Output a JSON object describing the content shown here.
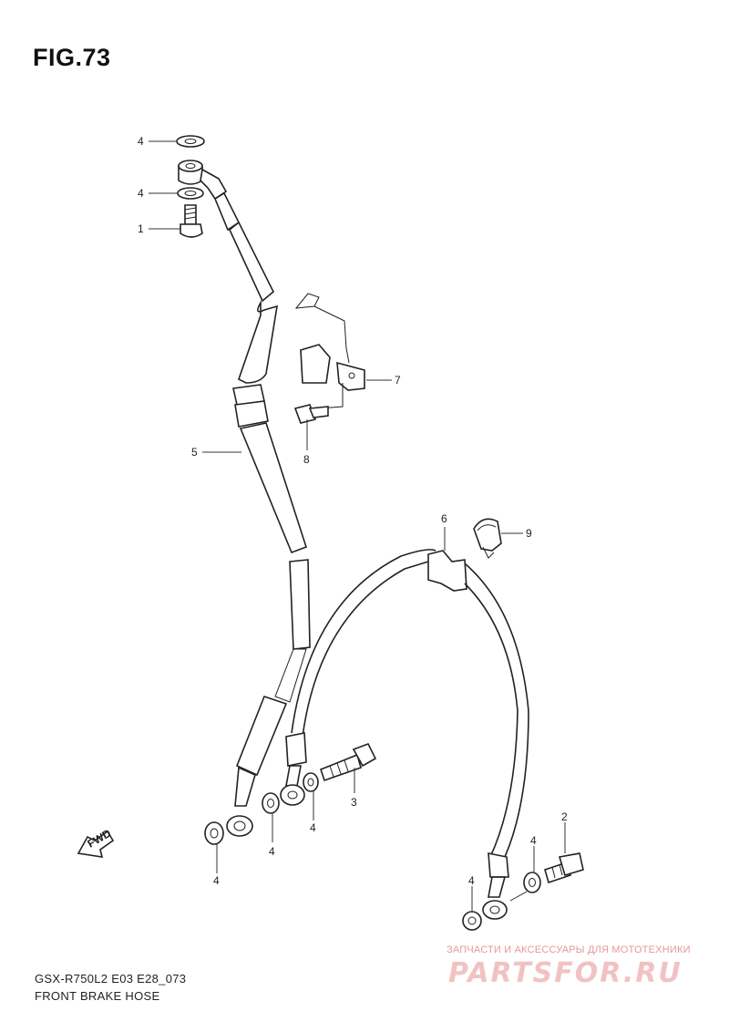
{
  "figure": {
    "title": "FIG.73"
  },
  "callouts": [
    {
      "id": "c-4a",
      "label": "4"
    },
    {
      "id": "c-4b",
      "label": "4"
    },
    {
      "id": "c-1",
      "label": "1"
    },
    {
      "id": "c-7",
      "label": "7"
    },
    {
      "id": "c-8",
      "label": "8"
    },
    {
      "id": "c-5",
      "label": "5"
    },
    {
      "id": "c-6",
      "label": "6"
    },
    {
      "id": "c-9",
      "label": "9"
    },
    {
      "id": "c-3",
      "label": "3"
    },
    {
      "id": "c-4c",
      "label": "4"
    },
    {
      "id": "c-4d",
      "label": "4"
    },
    {
      "id": "c-4e",
      "label": "4"
    },
    {
      "id": "c-2",
      "label": "2"
    },
    {
      "id": "c-4f",
      "label": "4"
    },
    {
      "id": "c-4g",
      "label": "4"
    }
  ],
  "fwd_arrow": {
    "label": "FWD"
  },
  "footer": {
    "model_code": "GSX-R750L2 E03 E28_073",
    "name": "FRONT BRAKE HOSE"
  },
  "watermark": {
    "tagline": "ЗАПЧАСТИ И АКСЕССУАРЫ ДЛЯ МОТОТЕХНИКИ",
    "logo": "PARTSFOR.RU"
  },
  "colors": {
    "line": "#222222",
    "watermark": "#f2c2c2"
  }
}
